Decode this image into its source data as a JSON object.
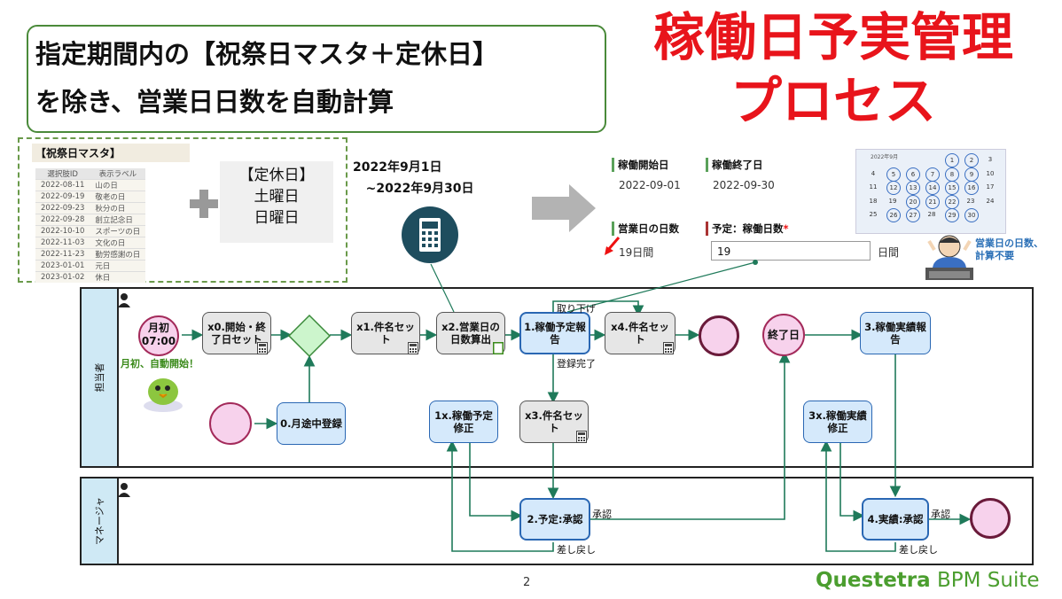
{
  "callout": {
    "line1": "指定期間内の【祝祭日マスタ＋定休日】",
    "line2": "を除き、営業日日数を自動計算"
  },
  "title": {
    "line1": "稼働日予実管理",
    "line2": "プロセス"
  },
  "holiday_master": {
    "title": "【祝祭日マスタ】",
    "headers": [
      "選択肢ID",
      "表示ラベル"
    ],
    "rows": [
      [
        "2022-08-11",
        "山の日"
      ],
      [
        "2022-09-19",
        "敬老の日"
      ],
      [
        "2022-09-23",
        "秋分の日"
      ],
      [
        "2022-09-28",
        "創立記念日"
      ],
      [
        "2022-10-10",
        "スポーツの日"
      ],
      [
        "2022-11-03",
        "文化の日"
      ],
      [
        "2022-11-23",
        "勤労感謝の日"
      ],
      [
        "2023-01-01",
        "元日"
      ],
      [
        "2023-01-02",
        "休日"
      ]
    ]
  },
  "fixed_holidays": {
    "title": "【定休日】",
    "items": [
      "土曜日",
      "日曜日"
    ]
  },
  "period": "2022年9月1日\n   ~2022年9月30日",
  "form": {
    "start_label": "稼働開始日",
    "start_value": "2022-09-01",
    "end_label": "稼働終了日",
    "end_value": "2022-09-30",
    "bizdays_label": "営業日の日数",
    "bizdays_value": "19日間",
    "plan_label": "予定：稼働日数",
    "required_mark": "*",
    "plan_value": "19",
    "plan_unit": "日間"
  },
  "calendar": {
    "month_label": "2022年9月",
    "days": [
      "1",
      "2",
      "3",
      "4",
      "5",
      "6",
      "7",
      "8",
      "9",
      "10",
      "11",
      "12",
      "13",
      "14",
      "15",
      "16",
      "17",
      "18",
      "19",
      "20",
      "21",
      "22",
      "23",
      "24",
      "25",
      "26",
      "27",
      "28",
      "29",
      "30"
    ],
    "business_days": [
      "1",
      "2",
      "5",
      "6",
      "7",
      "8",
      "9",
      "12",
      "13",
      "14",
      "15",
      "16",
      "20",
      "21",
      "22",
      "26",
      "27",
      "29",
      "30"
    ]
  },
  "note": "営業日の日数、\n計算不要",
  "lanes": {
    "staff": "担当者",
    "manager": "マネージャ"
  },
  "start_event": {
    "line1": "月初",
    "line2": "07:00"
  },
  "auto_start": "月初、自動開始！",
  "tasks": {
    "x0": "x0.開始・終\n了日セット",
    "x1": "x1.件名セッ\nト",
    "x2": "x2.営業日の\n日数算出",
    "t1": "1.稼働予定報\n告",
    "x4": "x4.件名セッ\nト",
    "end_timer": "終了日",
    "t3": "3.稼働実績報\n告",
    "t0": "0.月途中登録",
    "t1x": "1x.稼働予定\n修正",
    "x3": "x3.件名セッ\nト",
    "t3x": "3x.稼働実績\n修正",
    "t2": "2.予定:承認",
    "t4": "4.実績:承認"
  },
  "flow_labels": {
    "withdraw": "取り下げ",
    "registered": "登録完了",
    "approve1": "承認",
    "reject1": "差し戻し",
    "approve2": "承認",
    "reject2": "差し戻し"
  },
  "page_number": "2",
  "logo": {
    "brand": "Questetra",
    "product": " BPM Suite"
  }
}
